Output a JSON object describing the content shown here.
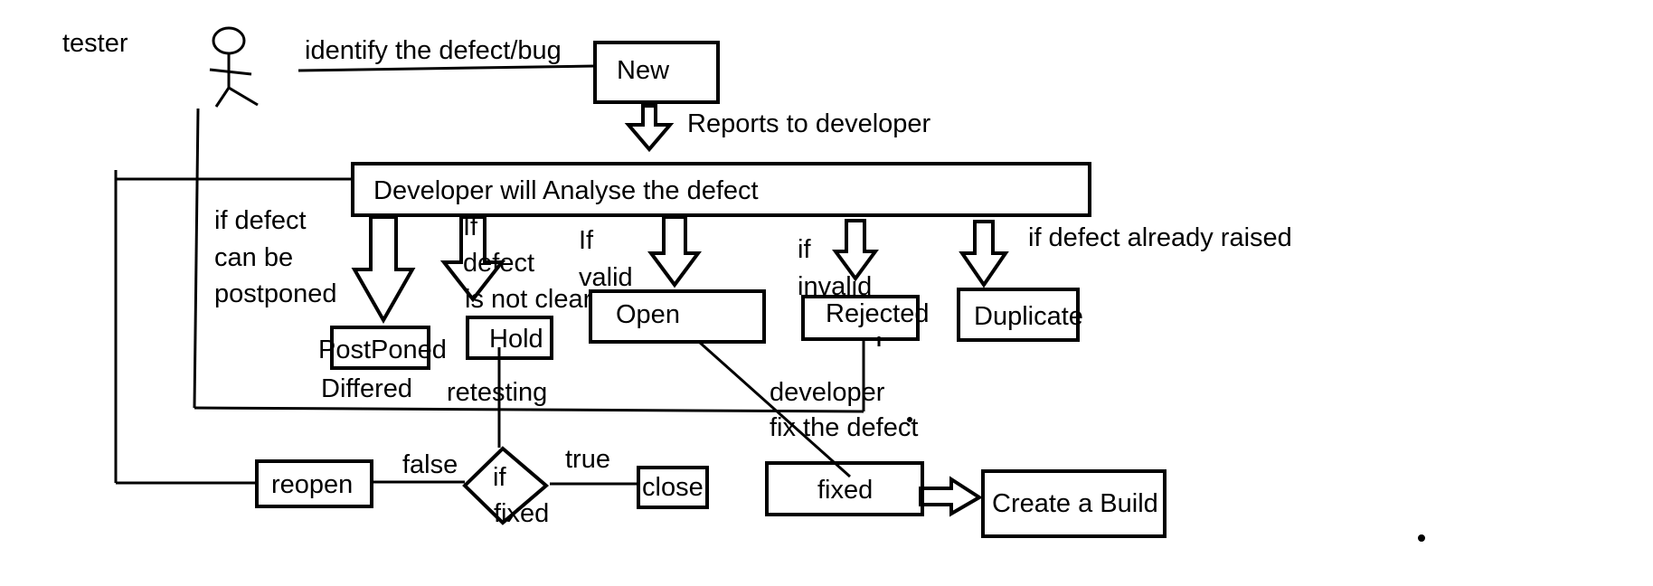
{
  "labels": {
    "tester": "tester",
    "identify": "identify the defect/bug",
    "reports": "Reports to developer",
    "postponed_condition": [
      "if defect",
      "can be",
      "postponed"
    ],
    "hold_condition": [
      "If",
      "defect",
      "is not clear"
    ],
    "valid_condition": [
      "If",
      "valid"
    ],
    "invalid_condition": [
      "if",
      "invalid"
    ],
    "duplicate_condition": "if defect already raised",
    "differed": "Differed",
    "retesting": "retesting",
    "developer_fix": [
      "developer",
      "fix the defect"
    ],
    "false_label": "false",
    "true_label": "true"
  },
  "boxes": {
    "new": "New",
    "analyse": "Developer will Analyse  the defect",
    "postponed": "PostPoned",
    "hold": "Hold",
    "open": "Open",
    "rejected": "Rejected",
    "duplicate": "Duplicate",
    "reopen": "reopen",
    "close": "close",
    "fixed": "fixed",
    "build": "Create a Build"
  },
  "decision": [
    "if",
    "fixed"
  ]
}
